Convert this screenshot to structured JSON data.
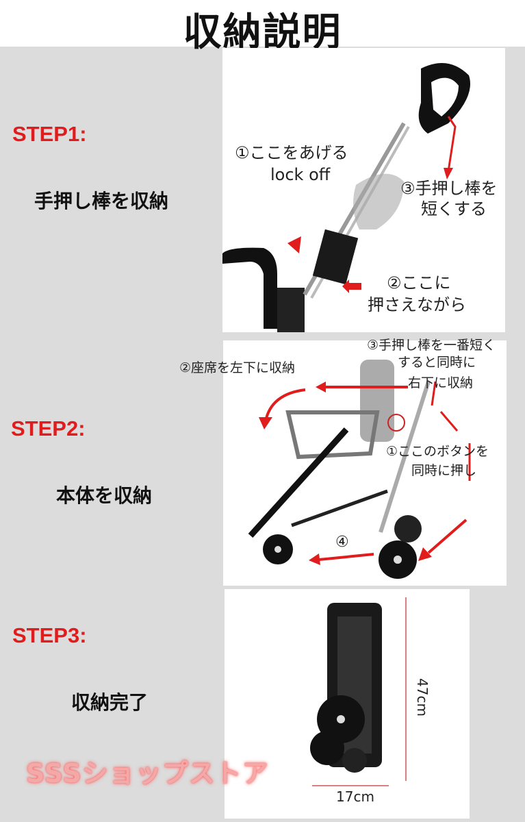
{
  "title": "収納説明",
  "steps": [
    {
      "label": "STEP1:",
      "desc": "手押し棒を収納",
      "annotations": [
        "①ここをあげる",
        "lock off",
        "③手押し棒を",
        "短くする",
        "②ここに",
        "押さえながら"
      ]
    },
    {
      "label": "STEP2:",
      "desc": "本体を収納",
      "annotations": [
        "②座席を左下に収納",
        "③手押し棒を一番短く",
        "すると同時に",
        "右下に収納",
        "①ここのボタンを",
        "同時に押し",
        "④"
      ]
    },
    {
      "label": "STEP3:",
      "desc": "収納完了",
      "dimensions": {
        "height": "47cm",
        "width": "17cm"
      }
    }
  ],
  "watermark": "SSSショップストア",
  "colors": {
    "accent": "#e01c1c",
    "background": "#dcdcdc"
  }
}
